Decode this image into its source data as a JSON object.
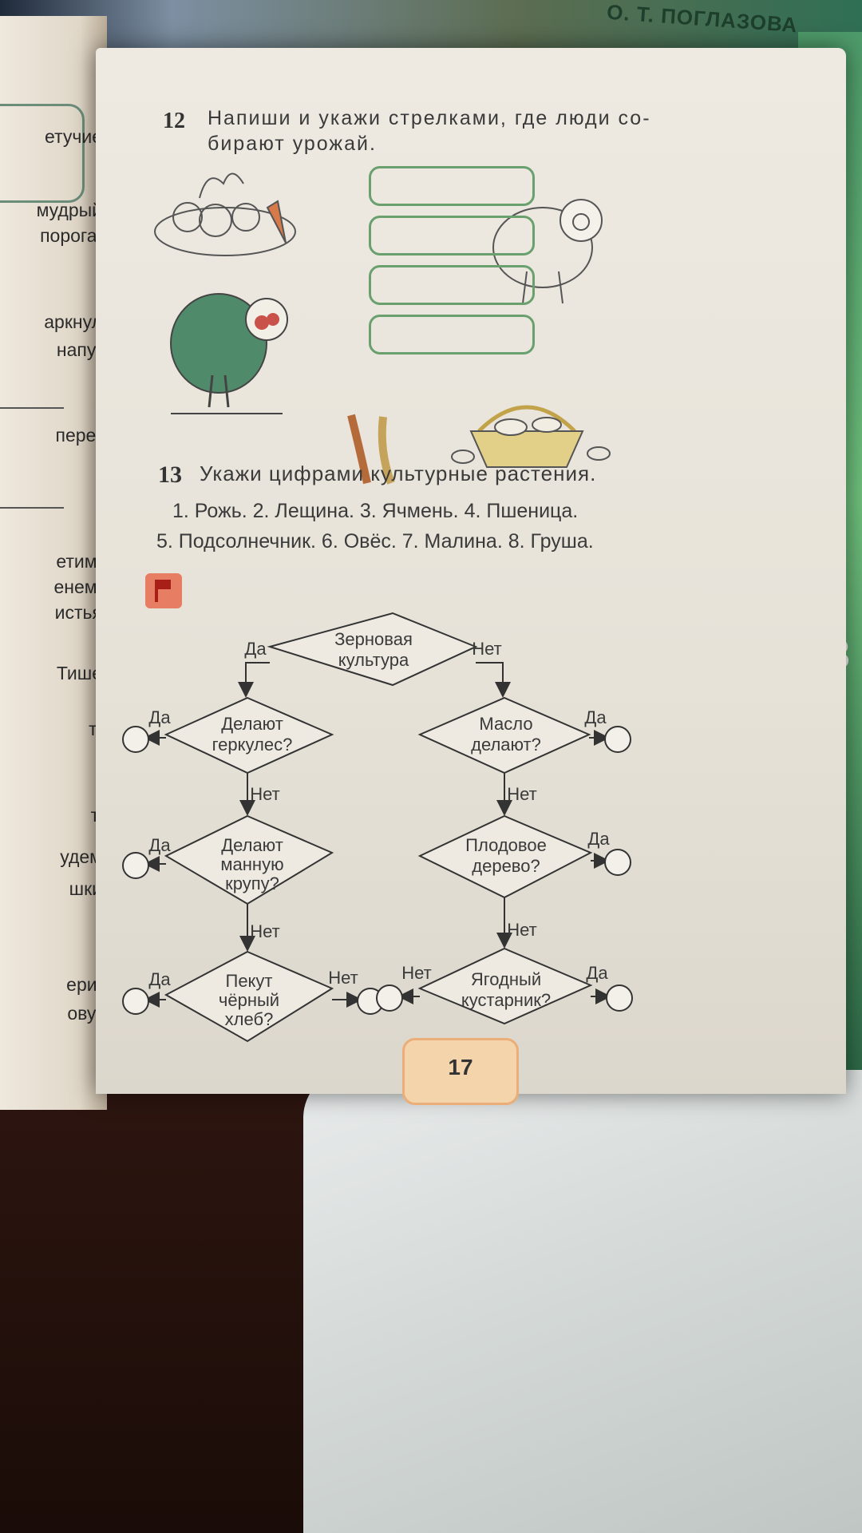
{
  "background": {
    "cover_text": "О. Т. ПОГЛАЗОВА"
  },
  "left_page": {
    "fragments": [
      "етучие",
      "мудрый",
      "порога,",
      "аркнул",
      "напу-",
      "пере-",
      "етим!",
      "енем!",
      "истья",
      "Тише",
      "т!",
      "т.",
      "удем",
      "шки",
      "ери.",
      "ову)"
    ]
  },
  "task12": {
    "number": "12",
    "text_line1": "Напиши и укажи стрелками, где люди со-",
    "text_line2": "бирают урожай."
  },
  "task13": {
    "number": "13",
    "title": "Укажи цифрами культурные растения.",
    "list_line1": "1. Рожь.   2. Лещина.   3. Ячмень.   4. Пшеница.",
    "list_line2": "5. Подсолнечник.   6. Овёс.   7. Малина.   8. Груша."
  },
  "flowchart": {
    "top_line1": "Зерновая",
    "top_line2": "культура",
    "yes": "Да",
    "no": "Нет",
    "d1": "Делают геркулес?",
    "d1_line1": "Делают",
    "d1_line2": "геркулес?",
    "d2_line1": "Делают",
    "d2_line2": "манную",
    "d2_line3": "крупу?",
    "d3_line1": "Пекут",
    "d3_line2": "чёрный",
    "d3_line3": "хлеб?",
    "r1_line1": "Масло",
    "r1_line2": "делают?",
    "r2_line1": "Плодовое",
    "r2_line2": "дерево?",
    "r3_line1": "Ягодный",
    "r3_line2": "кустарник?"
  },
  "page_number": "17",
  "colors": {
    "box_border": "#69a06e",
    "page_badge": "#f4d4aa",
    "flag": "#e77d62"
  }
}
